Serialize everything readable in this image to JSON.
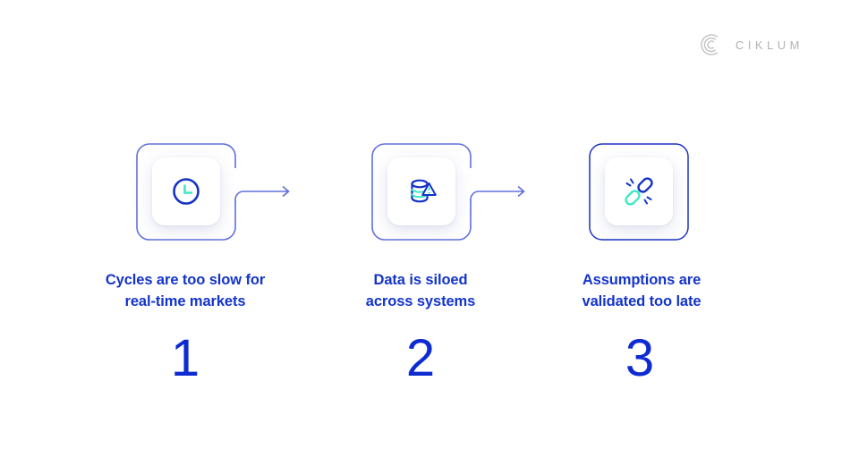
{
  "brand": {
    "name": "CIKLUM",
    "logo_mark": "concentric-c-arcs",
    "logo_color": "#c6c6c6",
    "text_color": "#b3b3b3"
  },
  "colors": {
    "background": "#ffffff",
    "primary_blue_text": "#1434CB",
    "number_blue": "#0E2BD1",
    "outline_periwinkle": "#6070DB",
    "outline_card3_blue": "#1B32C4",
    "icon_stroke_blue": "#1533C5",
    "icon_accent_teal": "#3FE9C4"
  },
  "steps": [
    {
      "number": "1",
      "line1": "Cycles are too slow for",
      "line2": "real-time markets",
      "icon": "clock-icon",
      "has_arrow": true
    },
    {
      "number": "2",
      "line1": "Data is siloed",
      "line2": "across systems",
      "icon": "database-warning-icon",
      "has_arrow": true
    },
    {
      "number": "3",
      "line1": "Assumptions are",
      "line2": "validated too late",
      "icon": "broken-link-icon",
      "has_arrow": false
    }
  ]
}
